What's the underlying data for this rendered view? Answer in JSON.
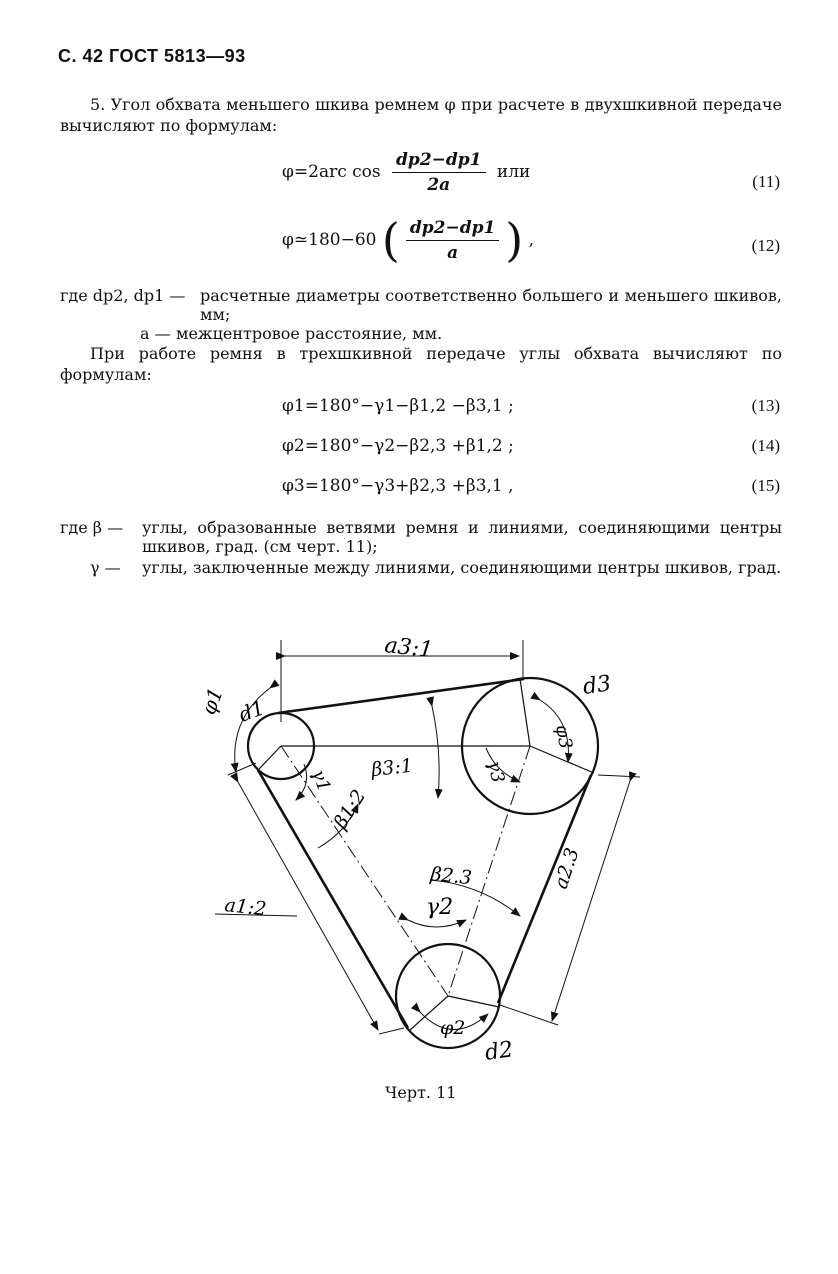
{
  "header": "С. 42 ГОСТ 5813—93",
  "para5": "5. Угол обхвата меньшего шкива ремнем φ при расчете в двухшкивной передаче вычисляют по формулам:",
  "formula11": {
    "lhs": "φ=2arc cos",
    "num": "dp2−dp1",
    "den": "2a",
    "tail": "или",
    "no": "(11)"
  },
  "formula12": {
    "lhs": "φ≃180−60",
    "num": "dp2−dp1",
    "den": "a",
    "tail": ",",
    "no": "(12)"
  },
  "def1": {
    "term": "где dp2, dp1 —",
    "text": "расчетные диаметры соответственно большего и меньшего шкивов, мм;"
  },
  "def2": {
    "term": "a —",
    "text": "межцентровое расстояние, мм."
  },
  "para_three": "При работе ремня в трехшкивной передаче углы обхвата вычисляют по формулам:",
  "formula13": {
    "text": "φ1=180°−γ1−β1,2 −β3,1 ;",
    "no": "(13)"
  },
  "formula14": {
    "text": "φ2=180°−γ2−β2,3 +β1,2 ;",
    "no": "(14)"
  },
  "formula15": {
    "text": "φ3=180°−γ3+β2,3 +β3,1 ,",
    "no": "(15)"
  },
  "def_beta": {
    "term": "где β —",
    "text": "углы, образованные ветвями ремня и линиями, соединяющими центры шкивов, град. (см черт. 11);"
  },
  "def_gamma": {
    "term": "γ —",
    "text": "углы, заключенные между линиями, соединяющими центры шкивов, град."
  },
  "drawing_labels": {
    "a31": "a3:1",
    "d3": "d3",
    "phi3": "φ3",
    "phi1": "φ1",
    "d1": "d1",
    "gamma1": "γ1",
    "beta31": "β3:1",
    "gamma3": "γ3",
    "beta12": "β1:2",
    "beta23": "β2.3",
    "gamma2": "γ2",
    "a12": "a1:2",
    "a23": "a2.3",
    "phi2": "φ2",
    "d2": "d2"
  },
  "caption": "Черт. 11"
}
